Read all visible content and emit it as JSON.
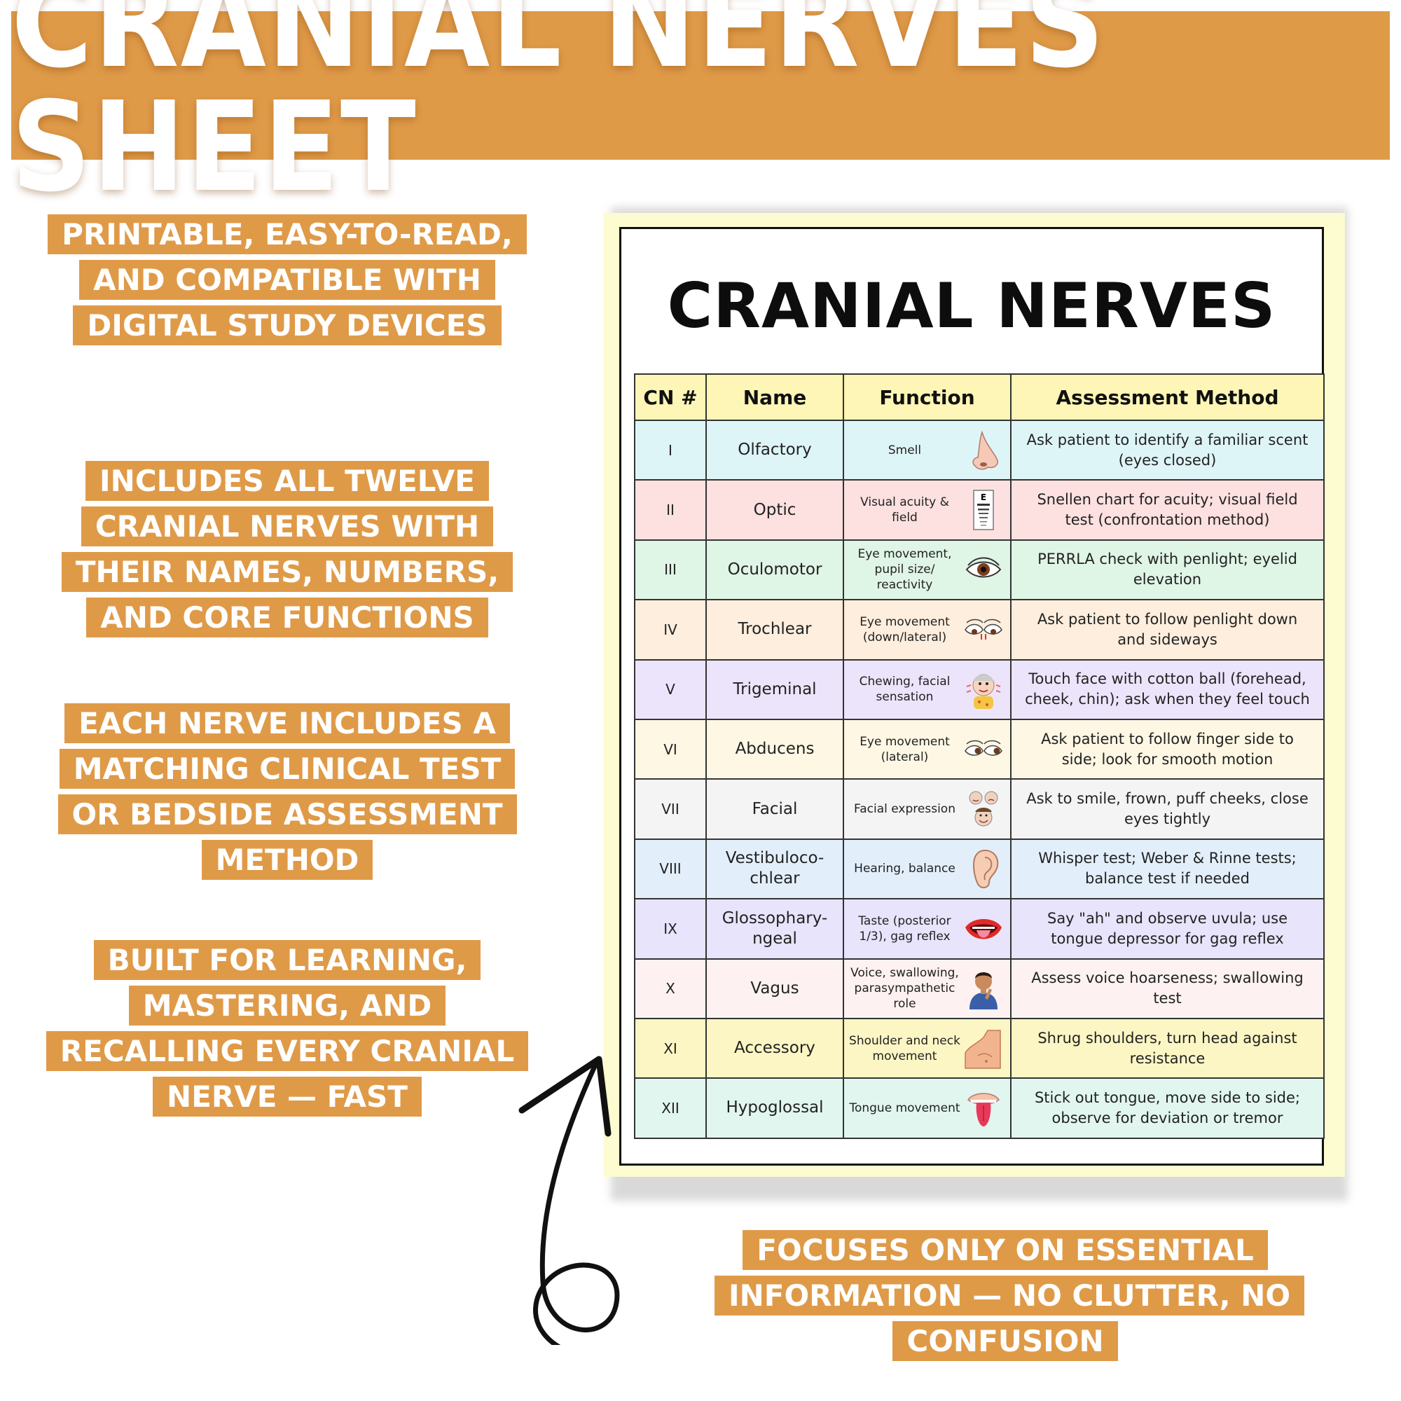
{
  "banner": {
    "title": "CRANIAL NERVES SHEET"
  },
  "callouts": [
    "PRINTABLE, EASY-TO-READ, AND COMPATIBLE WITH DIGITAL STUDY DEVICES",
    "INCLUDES ALL TWELVE CRANIAL NERVES WITH THEIR NAMES, NUMBERS, AND CORE FUNCTIONS",
    "EACH NERVE INCLUDES A MATCHING CLINICAL TEST OR BEDSIDE ASSESSMENT METHOD",
    "BUILT FOR LEARNING, MASTERING, AND RECALLING EVERY CRANIAL NERVE — FAST"
  ],
  "callout_bottom": "FOCUSES ONLY ON ESSENTIAL INFORMATION — NO CLUTTER, NO CONFUSION",
  "sheet": {
    "title": "CRANIAL NERVES",
    "headers": [
      "CN #",
      "Name",
      "Function",
      "Assessment Method"
    ],
    "rows": [
      {
        "cn": "I",
        "name": "Olfactory",
        "function": "Smell",
        "assessment": "Ask patient to identify a familiar scent (eyes closed)",
        "color": "#def5f8",
        "icon": "nose-icon"
      },
      {
        "cn": "II",
        "name": "Optic",
        "function": "Visual acuity & field",
        "assessment": "Snellen chart for acuity; visual field test (confrontation method)",
        "color": "#fde0e0",
        "icon": "eye-chart-icon"
      },
      {
        "cn": "III",
        "name": "Oculomotor",
        "function": "Eye movement, pupil size/ reactivity",
        "assessment": "PERRLA check with penlight; eyelid elevation",
        "color": "#dff5e6",
        "icon": "eye-icon"
      },
      {
        "cn": "IV",
        "name": "Trochlear",
        "function": "Eye movement (down/lateral)",
        "assessment": "Ask patient to follow penlight down and sideways",
        "color": "#fdeedd",
        "icon": "eyes-down-icon"
      },
      {
        "cn": "V",
        "name": "Trigeminal",
        "function": "Chewing, facial sensation",
        "assessment": "Touch face with cotton ball (forehead, cheek, chin); ask when they feel touch",
        "color": "#ece4fa",
        "icon": "face-icon"
      },
      {
        "cn": "VI",
        "name": "Abducens",
        "function": "Eye movement (lateral)",
        "assessment": "Ask patient to follow finger side to side; look for smooth motion",
        "color": "#fdf7e3",
        "icon": "eyes-side-icon"
      },
      {
        "cn": "VII",
        "name": "Facial",
        "function": "Facial expression",
        "assessment": "Ask to smile, frown, puff cheeks, close eyes tightly",
        "color": "#f4f4f4",
        "icon": "expressions-icon"
      },
      {
        "cn": "VIII",
        "name": "Vestibuloco-chlear",
        "function": "Hearing, balance",
        "assessment": "Whisper test; Weber & Rinne tests; balance test if needed",
        "color": "#e2effb",
        "icon": "ear-icon"
      },
      {
        "cn": "IX",
        "name": "Glossophary-ngeal",
        "function": "Taste (posterior 1/3), gag reflex",
        "assessment": "Say \"ah\" and observe uvula; use tongue depressor for gag reflex",
        "color": "#e7e4fb",
        "icon": "mouth-icon"
      },
      {
        "cn": "X",
        "name": "Vagus",
        "function": "Voice, swallowing, parasympathetic role",
        "assessment": "Assess voice hoarseness; swallowing test",
        "color": "#fdf1f1",
        "icon": "person-throat-icon"
      },
      {
        "cn": "XI",
        "name": "Accessory",
        "function": "Shoulder and neck movement",
        "assessment": "Shrug shoulders, turn head against resistance",
        "color": "#fcf6c4",
        "icon": "shoulder-icon"
      },
      {
        "cn": "XII",
        "name": "Hypoglossal",
        "function": "Tongue movement",
        "assessment": "Stick out tongue, move side to side; observe for deviation or tremor",
        "color": "#e1f6ef",
        "icon": "tongue-icon"
      }
    ]
  }
}
